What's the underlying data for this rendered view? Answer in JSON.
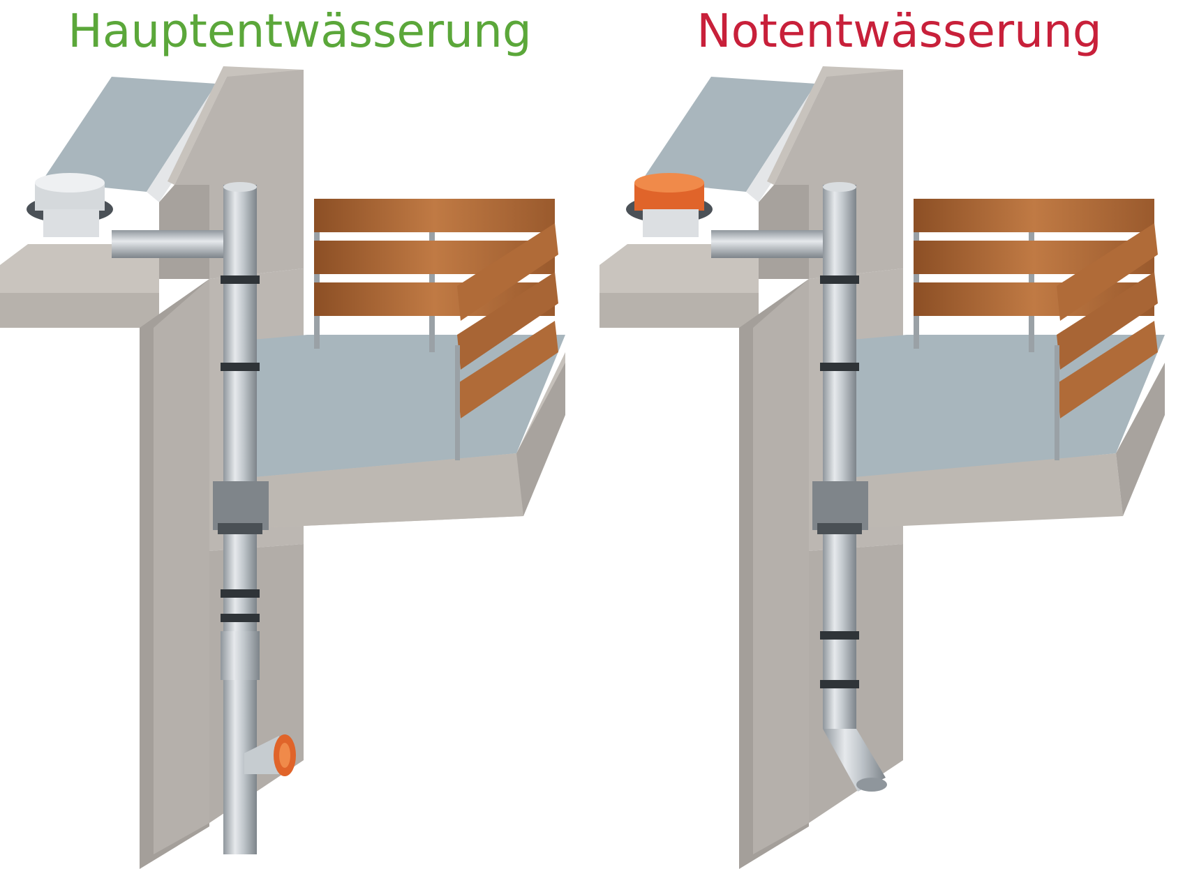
{
  "panels": [
    {
      "title": "Hauptentwässerung",
      "title_color": "#5ba73a",
      "drain_type": "main drain (silver roof outlet, vertical downpipe with cleanout)",
      "drain_color": "#c9cdd1"
    },
    {
      "title": "Notentwässerung",
      "title_color": "#c8203a",
      "drain_type": "emergency drain (orange roof outlet, downpipe with angled outlet)",
      "drain_color": "#e0642a"
    }
  ],
  "colors": {
    "concrete": "#b9b4af",
    "concrete_dark": "#9e9994",
    "concrete_light": "#cfcac4",
    "membrane": "#a8b5bc",
    "pipe": "#c3c9ce",
    "wood": "#b46a35"
  }
}
